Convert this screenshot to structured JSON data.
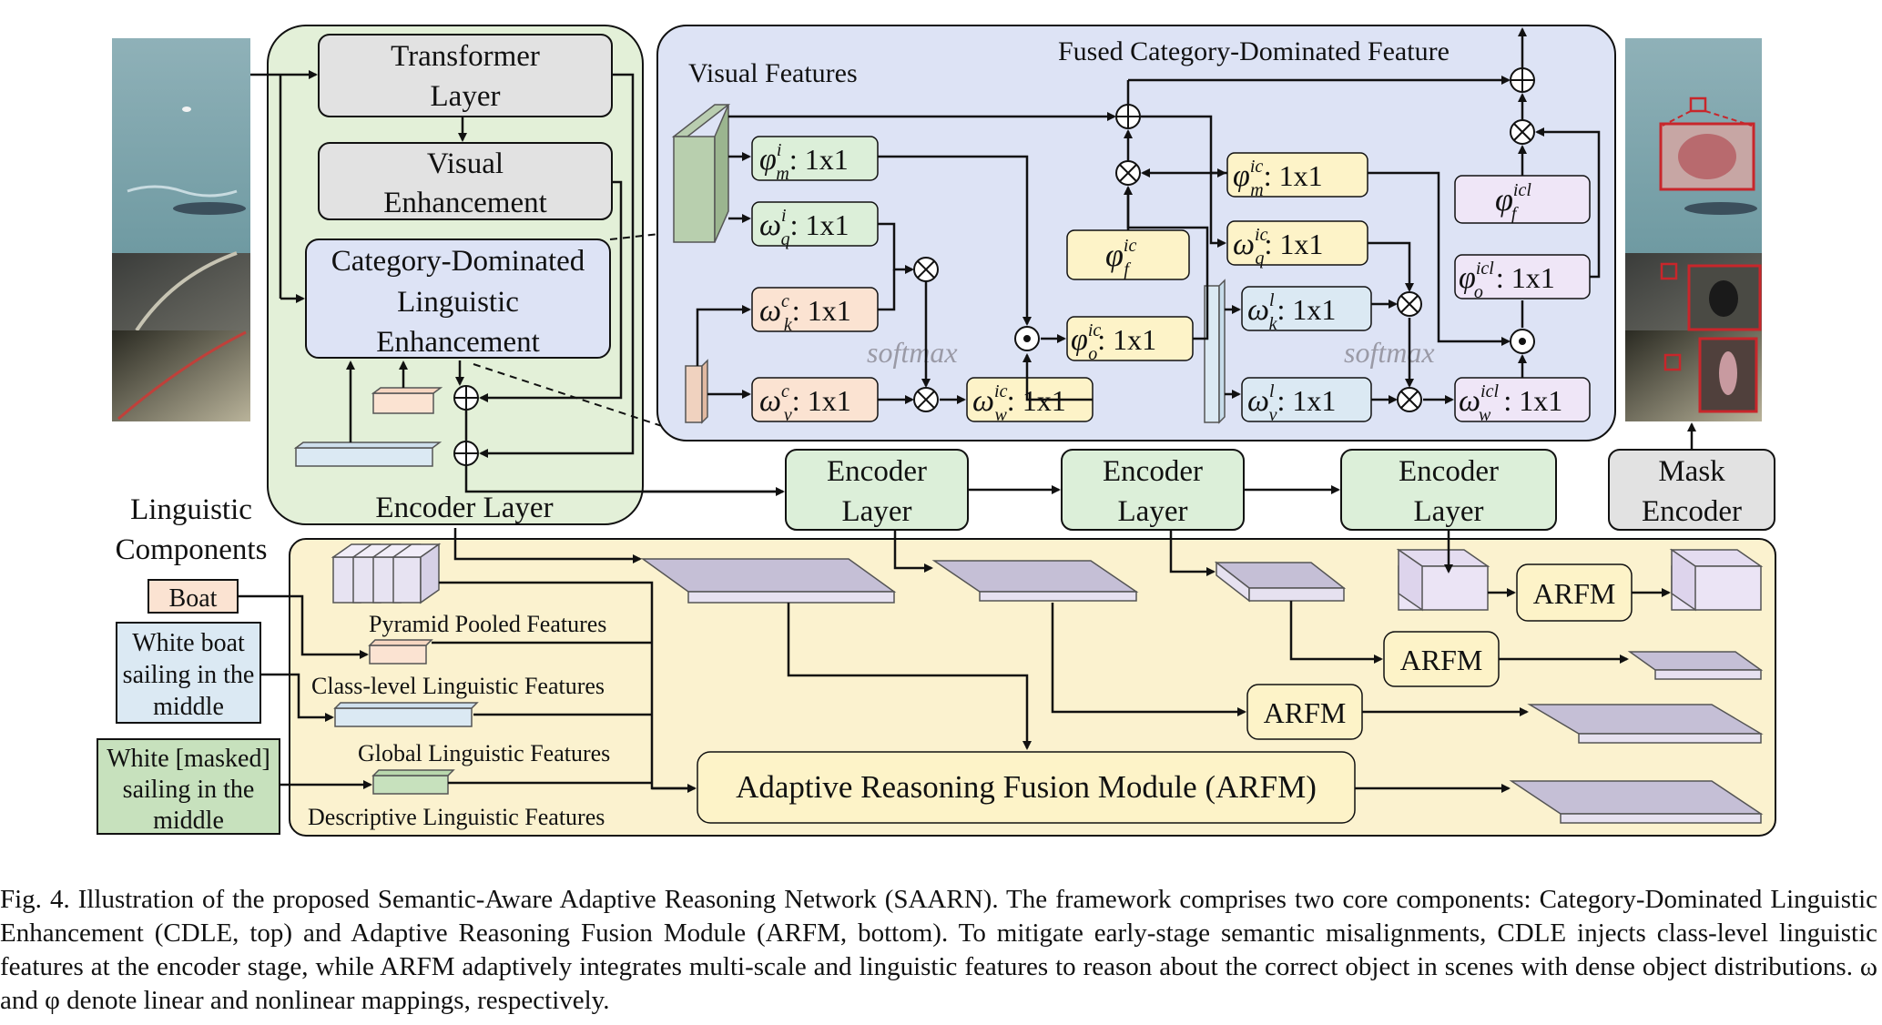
{
  "blocks": {
    "transformer": [
      "Transformer",
      "Layer"
    ],
    "visual_enh": [
      "Visual",
      "Enhancement"
    ],
    "cdle": [
      "Category-Dominated",
      "Linguistic",
      "Enhancement"
    ],
    "encoder_layer_main": "Encoder Layer",
    "encoder_layers": [
      "Encoder",
      "Layer"
    ],
    "mask_encoder": [
      "Mask",
      "Encoder"
    ],
    "arfm_short": "ARFM",
    "arfm_full": "Adaptive Reasoning Fusion Module (ARFM)"
  },
  "detail": {
    "visual_features": "Visual Features",
    "fused_feature": "Fused Category-Dominated  Feature",
    "softmax": "softmax",
    "ops": {
      "phi_m_i": "φ",
      "phi_m_i_sup": "i",
      "phi_m_i_sub": "m",
      "omega_q_i": "ω",
      "omega_q_i_sup": "i",
      "omega_q_i_sub": "q",
      "omega_k_c": "ω",
      "omega_k_c_sup": "c",
      "omega_k_c_sub": "k",
      "omega_v_c": "ω",
      "omega_v_c_sup": "c",
      "omega_v_c_sub": "v",
      "omega_w_ic": "ω",
      "omega_w_ic_sup": "ic",
      "omega_w_ic_sub": "w",
      "phi_o_ic": "φ",
      "phi_o_ic_sup": "ic",
      "phi_o_ic_sub": "o",
      "phi_f_ic": "φ",
      "phi_f_ic_sup": "ic",
      "phi_f_ic_sub": "f",
      "phi_m_ic": "φ",
      "phi_m_ic_sup": "ic",
      "phi_m_ic_sub": "m",
      "omega_q_ic": "ω",
      "omega_q_ic_sup": "ic",
      "omega_q_ic_sub": "q",
      "omega_k_l": "ω",
      "omega_k_l_sup": "l",
      "omega_k_l_sub": "k",
      "omega_v_l": "ω",
      "omega_v_l_sup": "l",
      "omega_v_l_sub": "v",
      "omega_w_icl": "ω",
      "omega_w_icl_sup": "icl",
      "omega_w_icl_sub": "w",
      "phi_o_icl": "φ",
      "phi_o_icl_sup": "icl",
      "phi_o_icl_sub": "o",
      "phi_f_icl": "φ",
      "phi_f_icl_sup": "icl",
      "phi_f_icl_sub": "f",
      "kernel": ": 1x1"
    }
  },
  "linguistic": {
    "title": [
      "Linguistic",
      "Components"
    ],
    "boat": "Boat",
    "white_boat": [
      "White boat",
      "sailing in the",
      "middle"
    ],
    "white_masked": [
      "White [masked]",
      "sailing in the",
      "middle"
    ]
  },
  "features": {
    "pyramid": "Pyramid Pooled  Features",
    "class_level": "Class-level Linguistic Features",
    "global": "Global Linguistic Features",
    "descriptive": "Descriptive Linguistic Features"
  },
  "caption": {
    "text": "Fig. 4.  Illustration of the proposed Semantic-Aware Adaptive Reasoning Network (SAARN). The framework comprises two core components: Category-Dominated Linguistic Enhancement (CDLE, top) and Adaptive Reasoning Fusion Module (ARFM, bottom). To mitigate early-stage semantic misalignments, CDLE injects class-level linguistic features at the encoder stage, while ARFM adaptively integrates multi-scale and linguistic features to reason about the correct object in scenes with dense object distributions. ω and φ denote linear and nonlinear mappings, respectively."
  },
  "colors": {
    "green_panel": "#e3f0d8",
    "yellow_panel": "#fbf2cf",
    "blue_panel": "#dde3f5",
    "gray_block": "#e2e2e2",
    "green_box": "#dcefd9",
    "yellow_box": "#fdf3c8",
    "purple_box": "#efe6f7",
    "pink_box": "#fbe3d2",
    "mask_red": "#c8262b"
  }
}
